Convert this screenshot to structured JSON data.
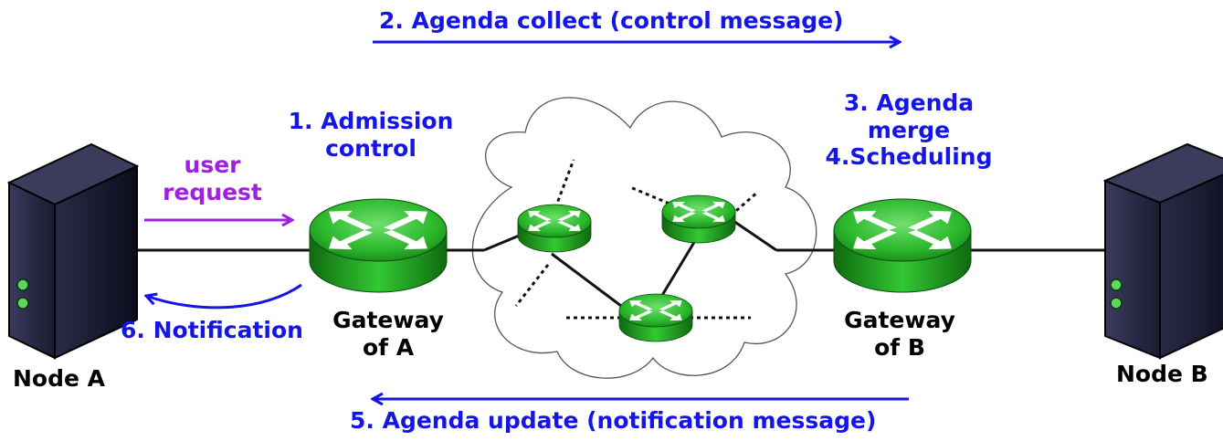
{
  "colors": {
    "message_blue": "#1515e6",
    "request_purple": "#a020e0",
    "router_green": "#22b022",
    "server_dark": "#14142a"
  },
  "steps": {
    "admission_line1": "1. Admission",
    "admission_line2": "control",
    "collect": "2. Agenda collect (control message)",
    "merge_line1": "3. Agenda",
    "merge_line2": "merge",
    "scheduling": "4.Scheduling",
    "update": "5. Agenda update (notification message)",
    "notification": "6. Notification"
  },
  "user_request": {
    "line1": "user",
    "line2": "request"
  },
  "nodes": {
    "node_a": "Node A",
    "node_b": "Node B",
    "gateway_a_line1": "Gateway",
    "gateway_a_line2": "of A",
    "gateway_b_line1": "Gateway",
    "gateway_b_line2": "of B"
  },
  "icons": {
    "server": "server-icon",
    "router": "router-icon",
    "network_cloud": "cloud-icon"
  }
}
